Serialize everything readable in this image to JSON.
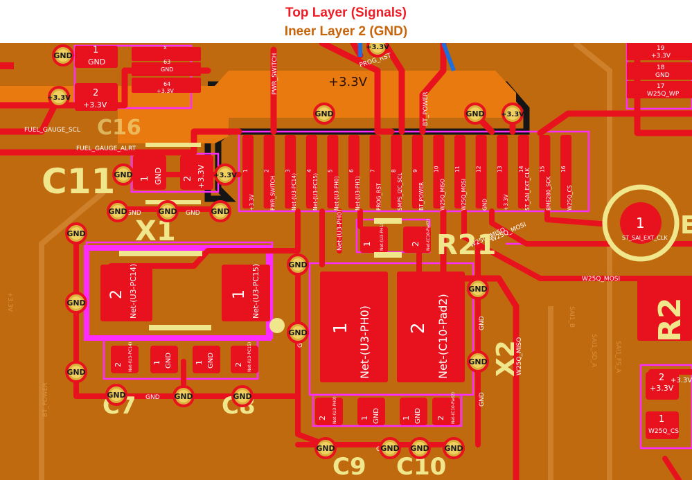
{
  "title": {
    "top_layer": "Top Layer (Signals)",
    "inner_layer": "Ineer Layer 2 (GND)"
  },
  "colors": {
    "board": "#c06a10",
    "copper": "#e8121e",
    "copper_dark": "#b8141a",
    "power_plane": "#e87a10",
    "silkscreen": "#f0e68c",
    "courtyard": "#ff2cff",
    "via": "#d8b23a",
    "keepout": "#151515",
    "blue_trace": "#1e6fdc"
  },
  "silkscreen": {
    "ref_c11": "C11",
    "ref_x1": "X1",
    "ref_r21": "R21",
    "ref_x2": "X2",
    "ref_c9": "C9",
    "ref_c10": "C10",
    "ref_r2": "R2",
    "ref_c7": "C7",
    "ref_c8": "C8",
    "ref_c16": "C16",
    "ref_e": "E"
  },
  "nets": {
    "gnd": "GND",
    "v33": "+3.3V",
    "v33_big": "+3.3V",
    "prog_rst": "PROG_RST",
    "pwr_switch": "PWR_SWITCH",
    "bt_power": "BT_POWER",
    "fuel_gauge_scl": "FUEL_GAUGE_SCL",
    "fuel_gauge_alrt": "FUEL_GAUGE_ALRT",
    "w25q_miso": "W25Q_MISO",
    "w25q_mosi": "W25Q_MOSI",
    "w25q_wp": "W25Q_WP",
    "w25q_cs": "W25Q_CS",
    "st_sai_ext_clk": "ST_SAI_EXT_CLK",
    "net_u3_ph0": "Net-(U3-PH0)",
    "net_c10_pad2": "Net-(C10-Pad2)",
    "net_u3_pc14": "Net-(U3-PC14)",
    "net_u3_pc15": "Net-(U3-PC15)",
    "x": "x"
  },
  "connector": {
    "pins": [
      {
        "num": "1",
        "net": "+3.3V"
      },
      {
        "num": "2",
        "net": "PWR_SWITCH"
      },
      {
        "num": "3",
        "net": "Net-(U3-PC14)"
      },
      {
        "num": "4",
        "net": "Net-(U3-PC15)"
      },
      {
        "num": "5",
        "net": "Net-(U3-PH0)"
      },
      {
        "num": "6",
        "net": "Net-(U3-PH1)"
      },
      {
        "num": "7",
        "net": "PROG_RST"
      },
      {
        "num": "8",
        "net": "SMPS_I2C_SCL"
      },
      {
        "num": "9",
        "net": "BT_POWER"
      },
      {
        "num": "10",
        "net": "W25Q_MISO"
      },
      {
        "num": "11",
        "net": "W25Q_MOSI"
      },
      {
        "num": "12",
        "net": "GND"
      },
      {
        "num": "13",
        "net": "+3.3V"
      },
      {
        "num": "14",
        "net": "ST_SAI_EXT_CLK"
      },
      {
        "num": "15",
        "net": "BME280_SCK"
      },
      {
        "num": "16",
        "net": "W25Q_CS"
      }
    ]
  },
  "pads": {
    "top_left": [
      {
        "num": "1",
        "net": "GND"
      },
      {
        "num": "2",
        "net": "+3.3V"
      }
    ],
    "top_strip": [
      {
        "num": "64",
        "net": "+3.3V"
      },
      {
        "num": "63",
        "net": "GND"
      }
    ],
    "c11": [
      {
        "num": "1",
        "net": "GND"
      },
      {
        "num": "2",
        "net": "+3.3V"
      }
    ],
    "x1": [
      {
        "num": "2",
        "net": "Net-(U3-PC14)"
      },
      {
        "num": "1",
        "net": "Net-(U3-PC15)"
      }
    ],
    "x1_caps": [
      {
        "num": "2",
        "net": "Net-(U3-PC14)"
      },
      {
        "num": "1",
        "net": "GND"
      },
      {
        "num": "1",
        "net": "GND"
      },
      {
        "num": "2",
        "net": "Net-(U3-PC15)"
      }
    ],
    "r21": [
      {
        "num": "1",
        "net": "Net-(U3-PH1)"
      },
      {
        "num": "2",
        "net": "Net-(C10-Pad2)"
      }
    ],
    "x2": [
      {
        "num": "1",
        "net": "Net-(U3-PH0)"
      },
      {
        "num": "2",
        "net": "Net-(C10-Pad2)"
      }
    ],
    "x2_caps": [
      {
        "num": "2",
        "net": "Net-(U3-PH0)"
      },
      {
        "num": "1",
        "net": "GND"
      },
      {
        "num": "1",
        "net": "GND"
      },
      {
        "num": "2",
        "net": "Net-(C10-Pad2)"
      }
    ],
    "right_top": [
      {
        "num": "19",
        "net": "+3.3V"
      },
      {
        "num": "18",
        "net": "GND"
      },
      {
        "num": "17",
        "net": "W25Q_WP"
      }
    ],
    "right_bottom": [
      {
        "num": "2",
        "net": "+3.3V"
      },
      {
        "num": "1",
        "net": "W25Q_CS"
      }
    ],
    "testpoint": {
      "num": "1",
      "net": "ST_SAI_EXT_CLK"
    }
  },
  "faded_labels": {
    "bt_power": "BT_POWER",
    "left_v33": "+3.3V",
    "sai_fs": "SAI1_FS_A",
    "sai_sd": "SAI1_SD_A",
    "sai_b": "SAI1_B"
  }
}
